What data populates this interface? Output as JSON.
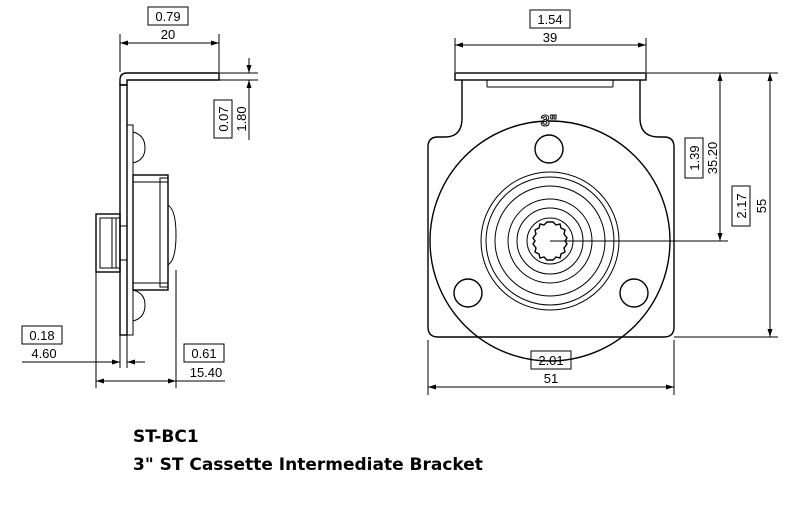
{
  "side_view": {
    "top_width_in": "0.79",
    "top_width_mm": "20",
    "flange_thickness_in": "0.07",
    "flange_thickness_mm": "1.80",
    "plate_thickness_in": "0.18",
    "plate_thickness_mm": "4.60",
    "overall_depth_in": "0.61",
    "overall_depth_mm": "15.40"
  },
  "front_view": {
    "top_width_in": "1.54",
    "top_width_mm": "39",
    "center_height_in": "1.39",
    "center_height_mm": "35.20",
    "bottom_to_center_in": "2.17",
    "overall_height_mm": "55",
    "overall_width_in": "2.01",
    "overall_width_mm": "51",
    "size_marking": "3\""
  },
  "caption": {
    "part_number": "ST-BC1",
    "description": "3\" ST Cassette Intermediate Bracket"
  }
}
